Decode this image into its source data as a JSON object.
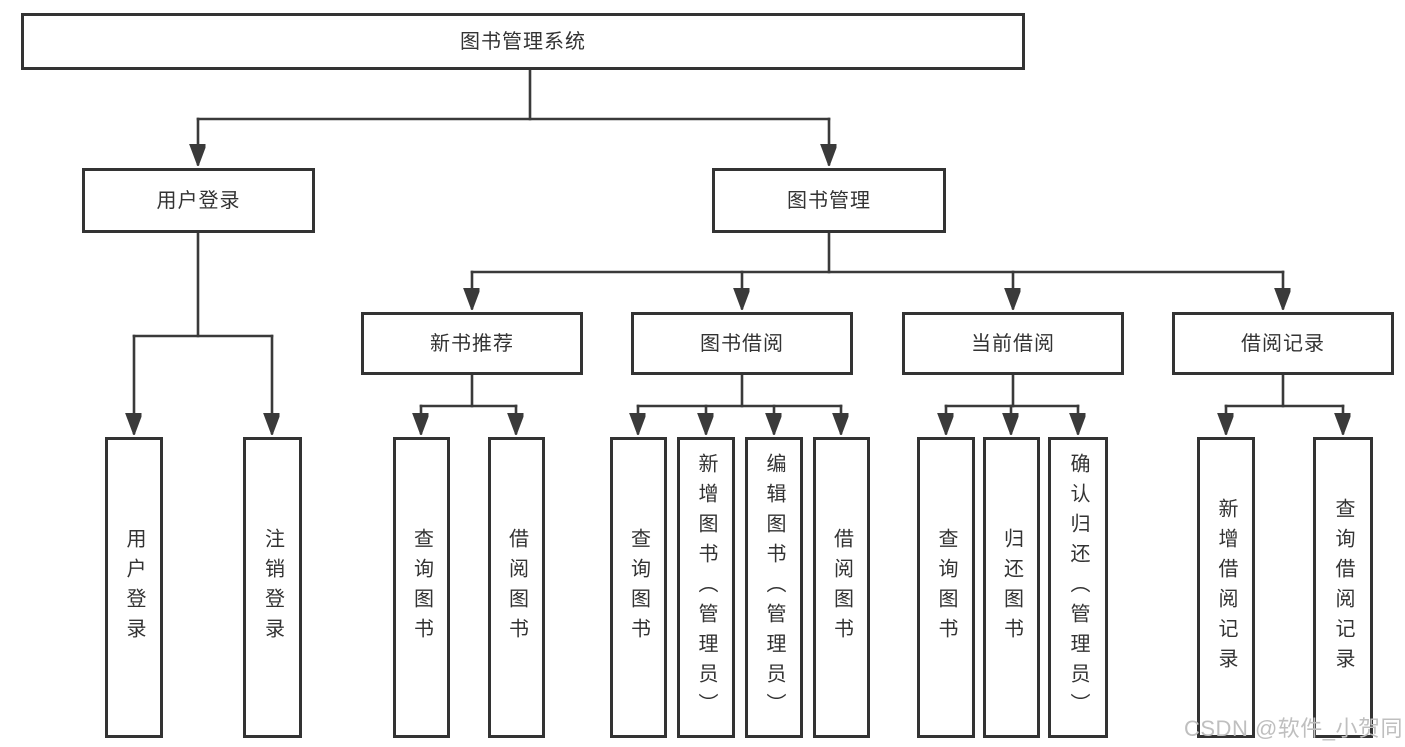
{
  "diagram": {
    "title": "图书管理系统",
    "tree": {
      "root": {
        "label": "图书管理系统"
      },
      "branches": [
        {
          "label": "用户登录",
          "children": [
            {
              "label": "用户登录"
            },
            {
              "label": "注销登录"
            }
          ]
        },
        {
          "label": "图书管理",
          "children": [
            {
              "label": "新书推荐",
              "children": [
                {
                  "label": "查询图书"
                },
                {
                  "label": "借阅图书"
                }
              ]
            },
            {
              "label": "图书借阅",
              "children": [
                {
                  "label": "查询图书"
                },
                {
                  "label": "新增图书（管理员）"
                },
                {
                  "label": "编辑图书（管理员）"
                },
                {
                  "label": "借阅图书"
                }
              ]
            },
            {
              "label": "当前借阅",
              "children": [
                {
                  "label": "查询图书"
                },
                {
                  "label": "归还图书"
                },
                {
                  "label": "确认归还（管理员）"
                }
              ]
            },
            {
              "label": "借阅记录",
              "children": [
                {
                  "label": "新增借阅记录"
                },
                {
                  "label": "查询借阅记录"
                }
              ]
            }
          ]
        }
      ]
    },
    "watermark": {
      "text": "CSDN @软件_小贺同学"
    },
    "colors": {
      "line": "#3a3a3a",
      "box_border": "#333333",
      "text": "#333333",
      "watermark": "#bfbfbf",
      "background": "#ffffff"
    }
  }
}
